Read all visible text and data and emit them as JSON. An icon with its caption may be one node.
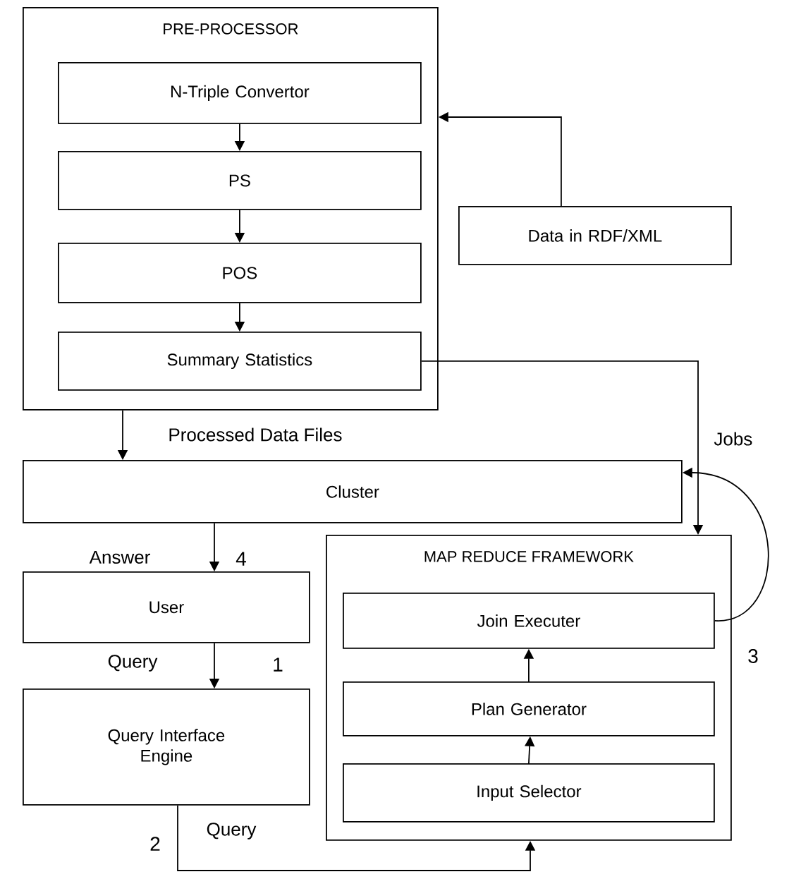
{
  "diagram": {
    "nodes": [
      {
        "text": [
          "PRE-PROCESSOR"
        ]
      },
      {
        "text": [
          "N-Triple Convertor"
        ],
        "in": 0
      },
      {
        "text": [
          "PS"
        ],
        "in": 0
      },
      {
        "text": [
          "POS"
        ],
        "in": 0
      },
      {
        "text": [
          "Summary Statistics"
        ],
        "in": 0
      },
      {
        "text": [
          "Data in RDF/XML"
        ]
      },
      {
        "text": [
          "Cluster"
        ]
      },
      {
        "text": [
          "User"
        ]
      },
      {
        "text": [
          "Query Interface Engine"
        ]
      },
      {
        "text": [
          "MAP REDUCE FRAMEWORK"
        ]
      },
      {
        "text": [
          "Join Executer"
        ],
        "in": 9
      },
      {
        "text": [
          "Plan Generator"
        ],
        "in": 9
      },
      {
        "text": [
          "Input Selector"
        ],
        "in": 9
      }
    ],
    "edges": [
      {
        "from": 1,
        "to": 2,
        "arrow": "to"
      },
      {
        "from": 2,
        "to": 3,
        "arrow": "to"
      },
      {
        "from": 3,
        "to": 4,
        "arrow": "to"
      },
      {
        "from": 5,
        "to": 0,
        "arrow": "to"
      },
      {
        "from": 0,
        "to": 6,
        "arrow": "to",
        "label": "Processed Data Files"
      },
      {
        "from": 4,
        "to": 9,
        "arrow": "to",
        "label": "Jobs"
      },
      {
        "from": 10,
        "to": 6,
        "arrow": "to"
      },
      {
        "from": 6,
        "to": 7,
        "arrow": "to",
        "label": "Answer"
      },
      {
        "from": 7,
        "to": 8,
        "arrow": "to",
        "label": "Query"
      },
      {
        "from": 8,
        "to": 9,
        "arrow": "to",
        "label": "Query"
      },
      {
        "from": 12,
        "to": 11,
        "arrow": "to"
      },
      {
        "from": 11,
        "to": 10,
        "arrow": "to"
      }
    ],
    "labels": [
      "4",
      "3",
      "1",
      "2"
    ]
  }
}
